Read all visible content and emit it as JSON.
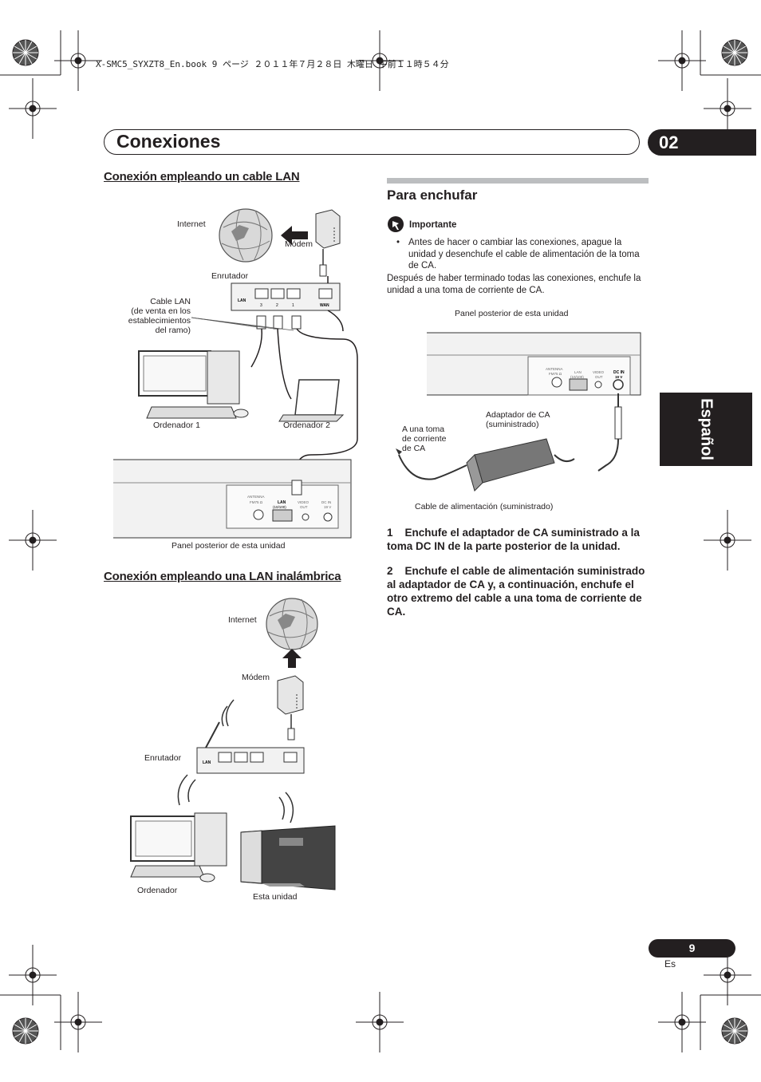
{
  "header": {
    "print_info": "X-SMC5_SYXZT8_En.book  9 ページ  ２０１１年７月２８日  木曜日  午前１１時５４分"
  },
  "chapter": {
    "title": "Conexiones",
    "number": "02"
  },
  "side_tab": {
    "label": "Español"
  },
  "lan_section": {
    "title": "Conexión empleando un cable LAN",
    "labels": {
      "internet": "Internet",
      "modem": "Módem",
      "router": "Enrutador",
      "cable_lan_1": "Cable LAN",
      "cable_lan_2": "(de venta en los",
      "cable_lan_3": "establecimientos",
      "cable_lan_4": "del ramo)",
      "computer1": "Ordenador 1",
      "computer2": "Ordenador 2",
      "rear_panel": "Panel posterior de esta unidad"
    },
    "router_ports": {
      "lan": "LAN",
      "p3": "3",
      "p2": "2",
      "p1": "1",
      "wan": "WAN"
    },
    "panel": {
      "antenna": "ANTENNA",
      "fm": "FM75 Ω",
      "lan": "LAN",
      "lan_speed": "(10/100)",
      "video": "VIDEO",
      "out": "OUT",
      "dcin": "DC IN",
      "volt": "19 V"
    }
  },
  "wireless_section": {
    "title": "Conexión empleando una LAN inalámbrica",
    "labels": {
      "internet": "Internet",
      "modem": "Módem",
      "router": "Enrutador",
      "computer": "Ordenador",
      "unit": "Esta unidad"
    }
  },
  "power_section": {
    "title": "Para enchufar",
    "important_label": "Importante",
    "bullet": "Antes de hacer o cambiar las conexiones, apague la unidad y desenchufe el cable de alimentación de la toma de CA.",
    "after_text": "Después de haber terminado todas las conexiones, enchufe la unidad a una toma de corriente de CA.",
    "diagram": {
      "rear_panel": "Panel posterior de esta unidad",
      "adapter_1": "Adaptador de CA",
      "adapter_2": "(suministrado)",
      "outlet_1": "A una toma",
      "outlet_2": "de corriente",
      "outlet_3": "de CA",
      "cord": "Cable de alimentación (suministrado)"
    },
    "steps": [
      {
        "num": "1",
        "text": "Enchufe el adaptador de CA suministrado a la toma DC IN de la parte posterior de la unidad."
      },
      {
        "num": "2",
        "text": "Enchufe el cable de alimentación suministrado al adaptador de CA y, a continuación, enchufe el otro extremo del cable a una toma de corriente de CA."
      }
    ]
  },
  "footer": {
    "page": "9",
    "lang": "Es"
  }
}
